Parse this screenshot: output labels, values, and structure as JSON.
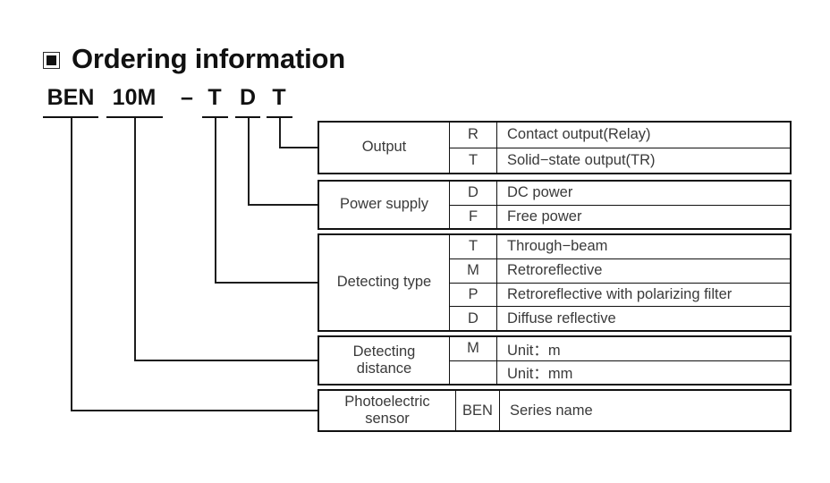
{
  "title": {
    "bullet_icon": "filled-square-bullet",
    "text": "Ordering information"
  },
  "model_code": {
    "segments": [
      {
        "label": "BEN",
        "underlined": true
      },
      {
        "label": "10M",
        "underlined": true
      },
      {
        "label": "–",
        "underlined": false
      },
      {
        "label": "T",
        "underlined": true
      },
      {
        "label": "D",
        "underlined": true
      },
      {
        "label": "T",
        "underlined": true
      }
    ]
  },
  "blocks": [
    {
      "name": "output",
      "label": "Output",
      "rows": [
        {
          "code": "R",
          "desc": "Contact output(Relay)"
        },
        {
          "code": "T",
          "desc": "Solid−state output(TR)"
        }
      ]
    },
    {
      "name": "power-supply",
      "label": "Power supply",
      "rows": [
        {
          "code": "D",
          "desc": "DC power"
        },
        {
          "code": "F",
          "desc": "Free power"
        }
      ]
    },
    {
      "name": "detecting-type",
      "label": "Detecting type",
      "rows": [
        {
          "code": "T",
          "desc": "Through−beam"
        },
        {
          "code": "M",
          "desc": "Retroreflective"
        },
        {
          "code": "P",
          "desc": "Retroreflective with polarizing filter"
        },
        {
          "code": "D",
          "desc": "Diffuse reflective"
        }
      ]
    },
    {
      "name": "detecting-distance",
      "label": "Detecting\ndistance",
      "rows": [
        {
          "code": "M",
          "desc": "Unit：m"
        },
        {
          "code": "",
          "desc": "Unit：mm"
        }
      ]
    },
    {
      "name": "photoelectric-sensor",
      "label": "Photoelectric\nsensor",
      "rows": [
        {
          "code": "BEN",
          "desc": "Series name"
        }
      ]
    }
  ],
  "colors": {
    "ink": "#111111",
    "text": "#3a3a3a",
    "background": "#ffffff"
  }
}
